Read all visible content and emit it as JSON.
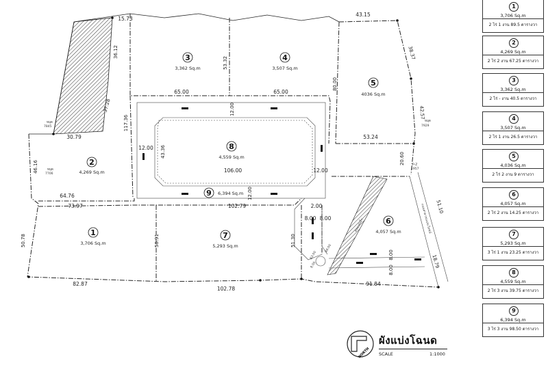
{
  "title": "ผังแบ่งโฉนด",
  "scale_label": "SCALE",
  "scale_value": "1:1000",
  "north_label": "NORTH",
  "plots": [
    {
      "no": "1",
      "area": "3,706 Sq.m"
    },
    {
      "no": "2",
      "area": "4,269 Sq.m"
    },
    {
      "no": "3",
      "area": "3,362 Sq.m"
    },
    {
      "no": "4",
      "area": "3,507 Sq.m"
    },
    {
      "no": "5",
      "area": "4036 Sq.m"
    },
    {
      "no": "6",
      "area": "4,057 Sq.m"
    },
    {
      "no": "7",
      "area": "5,293 Sq.m"
    },
    {
      "no": "8",
      "area": "4,559 Sq.m"
    },
    {
      "no": "9",
      "area": "6,394 Sq.m"
    }
  ],
  "legend": [
    {
      "no": "1",
      "area": "3,706 Sq.m",
      "thai": "2 ไร่ 1 งาน 89.5 ตารางวา"
    },
    {
      "no": "2",
      "area": "4,269 Sq.m",
      "thai": "2 ไร่ 2 งาน 67.25 ตารางวา"
    },
    {
      "no": "3",
      "area": "3,362 Sq.m",
      "thai": "2 ไร่ - งาน 40.5 ตารางวา"
    },
    {
      "no": "4",
      "area": "3,507 Sq.m",
      "thai": "2 ไร่ 1 งาน 26.5 ตารางวา"
    },
    {
      "no": "5",
      "area": "4,036 Sq.m",
      "thai": "2 ไร่ 2 งาน 9 ตารางวา"
    },
    {
      "no": "6",
      "area": "4,057 Sq.m",
      "thai": "2 ไร่ 2 งาน 14.25 ตารางวา"
    },
    {
      "no": "7",
      "area": "5,293 Sq.m",
      "thai": "3 ไร่ 1 งาน 23.25 ตารางวา"
    },
    {
      "no": "8",
      "area": "4,559 Sq.m",
      "thai": "2 ไร่ 3 งาน 39.75 ตารางวา"
    },
    {
      "no": "9",
      "area": "6,394 Sq.m",
      "thai": "3 ไร่ 3 งาน 98.50 ตารางวา"
    }
  ],
  "dims": {
    "d15_73": "15.73",
    "d43_15": "43.15",
    "d36_12": "36.12",
    "d38_37": "38.37",
    "d53_32": "53.32",
    "d80_00": "80.00",
    "d65a": "65.00",
    "d65b": "65.00",
    "d37_28": "37.28",
    "d117_36": "117.36",
    "d12a": "12.00",
    "d42_57": "42.57",
    "d30_79": "30.79",
    "d53_24": "53.24",
    "d12b": "12.00",
    "d43_36": "43.36",
    "d46_16": "46.16",
    "d20_60": "20.60",
    "d106": "106.00",
    "d12c": "12.00",
    "d12d": "12.00",
    "d64_76": "64.76",
    "d73_97": "73.97",
    "d102_79": "102.79",
    "d2_00": "2.00",
    "d51_10": "51.10",
    "d8a": "8.00",
    "d8b": "8.00",
    "d50_78": "50.78",
    "d50_91": "50.91",
    "d51_30": "51.30",
    "dR3": "R3.00",
    "dR8": "R8.00",
    "d8c": "8.00",
    "d8d": "8.00",
    "d8e": "8.00",
    "d18_79": "18.79",
    "d82_87": "82.87",
    "d102_78": "102.78",
    "d91_84": "91.84"
  },
  "markers": {
    "m1": "หมุด",
    "m1c": "7845",
    "m2": "หมุด",
    "m2c": "7706",
    "m3": "หมุด",
    "m3c": "7929",
    "m4": "P-Z",
    "m4c": "1957"
  },
  "road_label": "ถนนสาธารณประโยชน์",
  "canal_label": "คลองส่งน้ำ",
  "colors": {
    "line": "#222222",
    "hatch": "#333333"
  }
}
